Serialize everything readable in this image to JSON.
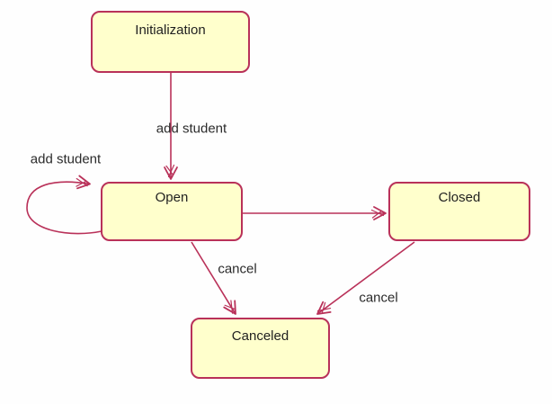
{
  "diagram": {
    "kind": "uml-state-diagram",
    "colors": {
      "state_fill": "#ffffcc",
      "state_border": "#b93159",
      "edge_line": "#b93159",
      "text": "#2b2b2b",
      "background": "#fefefe"
    },
    "states": [
      {
        "id": "initialization",
        "label": "Initialization"
      },
      {
        "id": "open",
        "label": "Open"
      },
      {
        "id": "closed",
        "label": "Closed"
      },
      {
        "id": "canceled",
        "label": "Canceled"
      }
    ],
    "transitions": [
      {
        "from": "initialization",
        "to": "open",
        "label": "add student"
      },
      {
        "from": "open",
        "to": "open",
        "label": "add student"
      },
      {
        "from": "open",
        "to": "closed",
        "label": ""
      },
      {
        "from": "open",
        "to": "canceled",
        "label": "cancel"
      },
      {
        "from": "closed",
        "to": "canceled",
        "label": "cancel"
      }
    ]
  }
}
